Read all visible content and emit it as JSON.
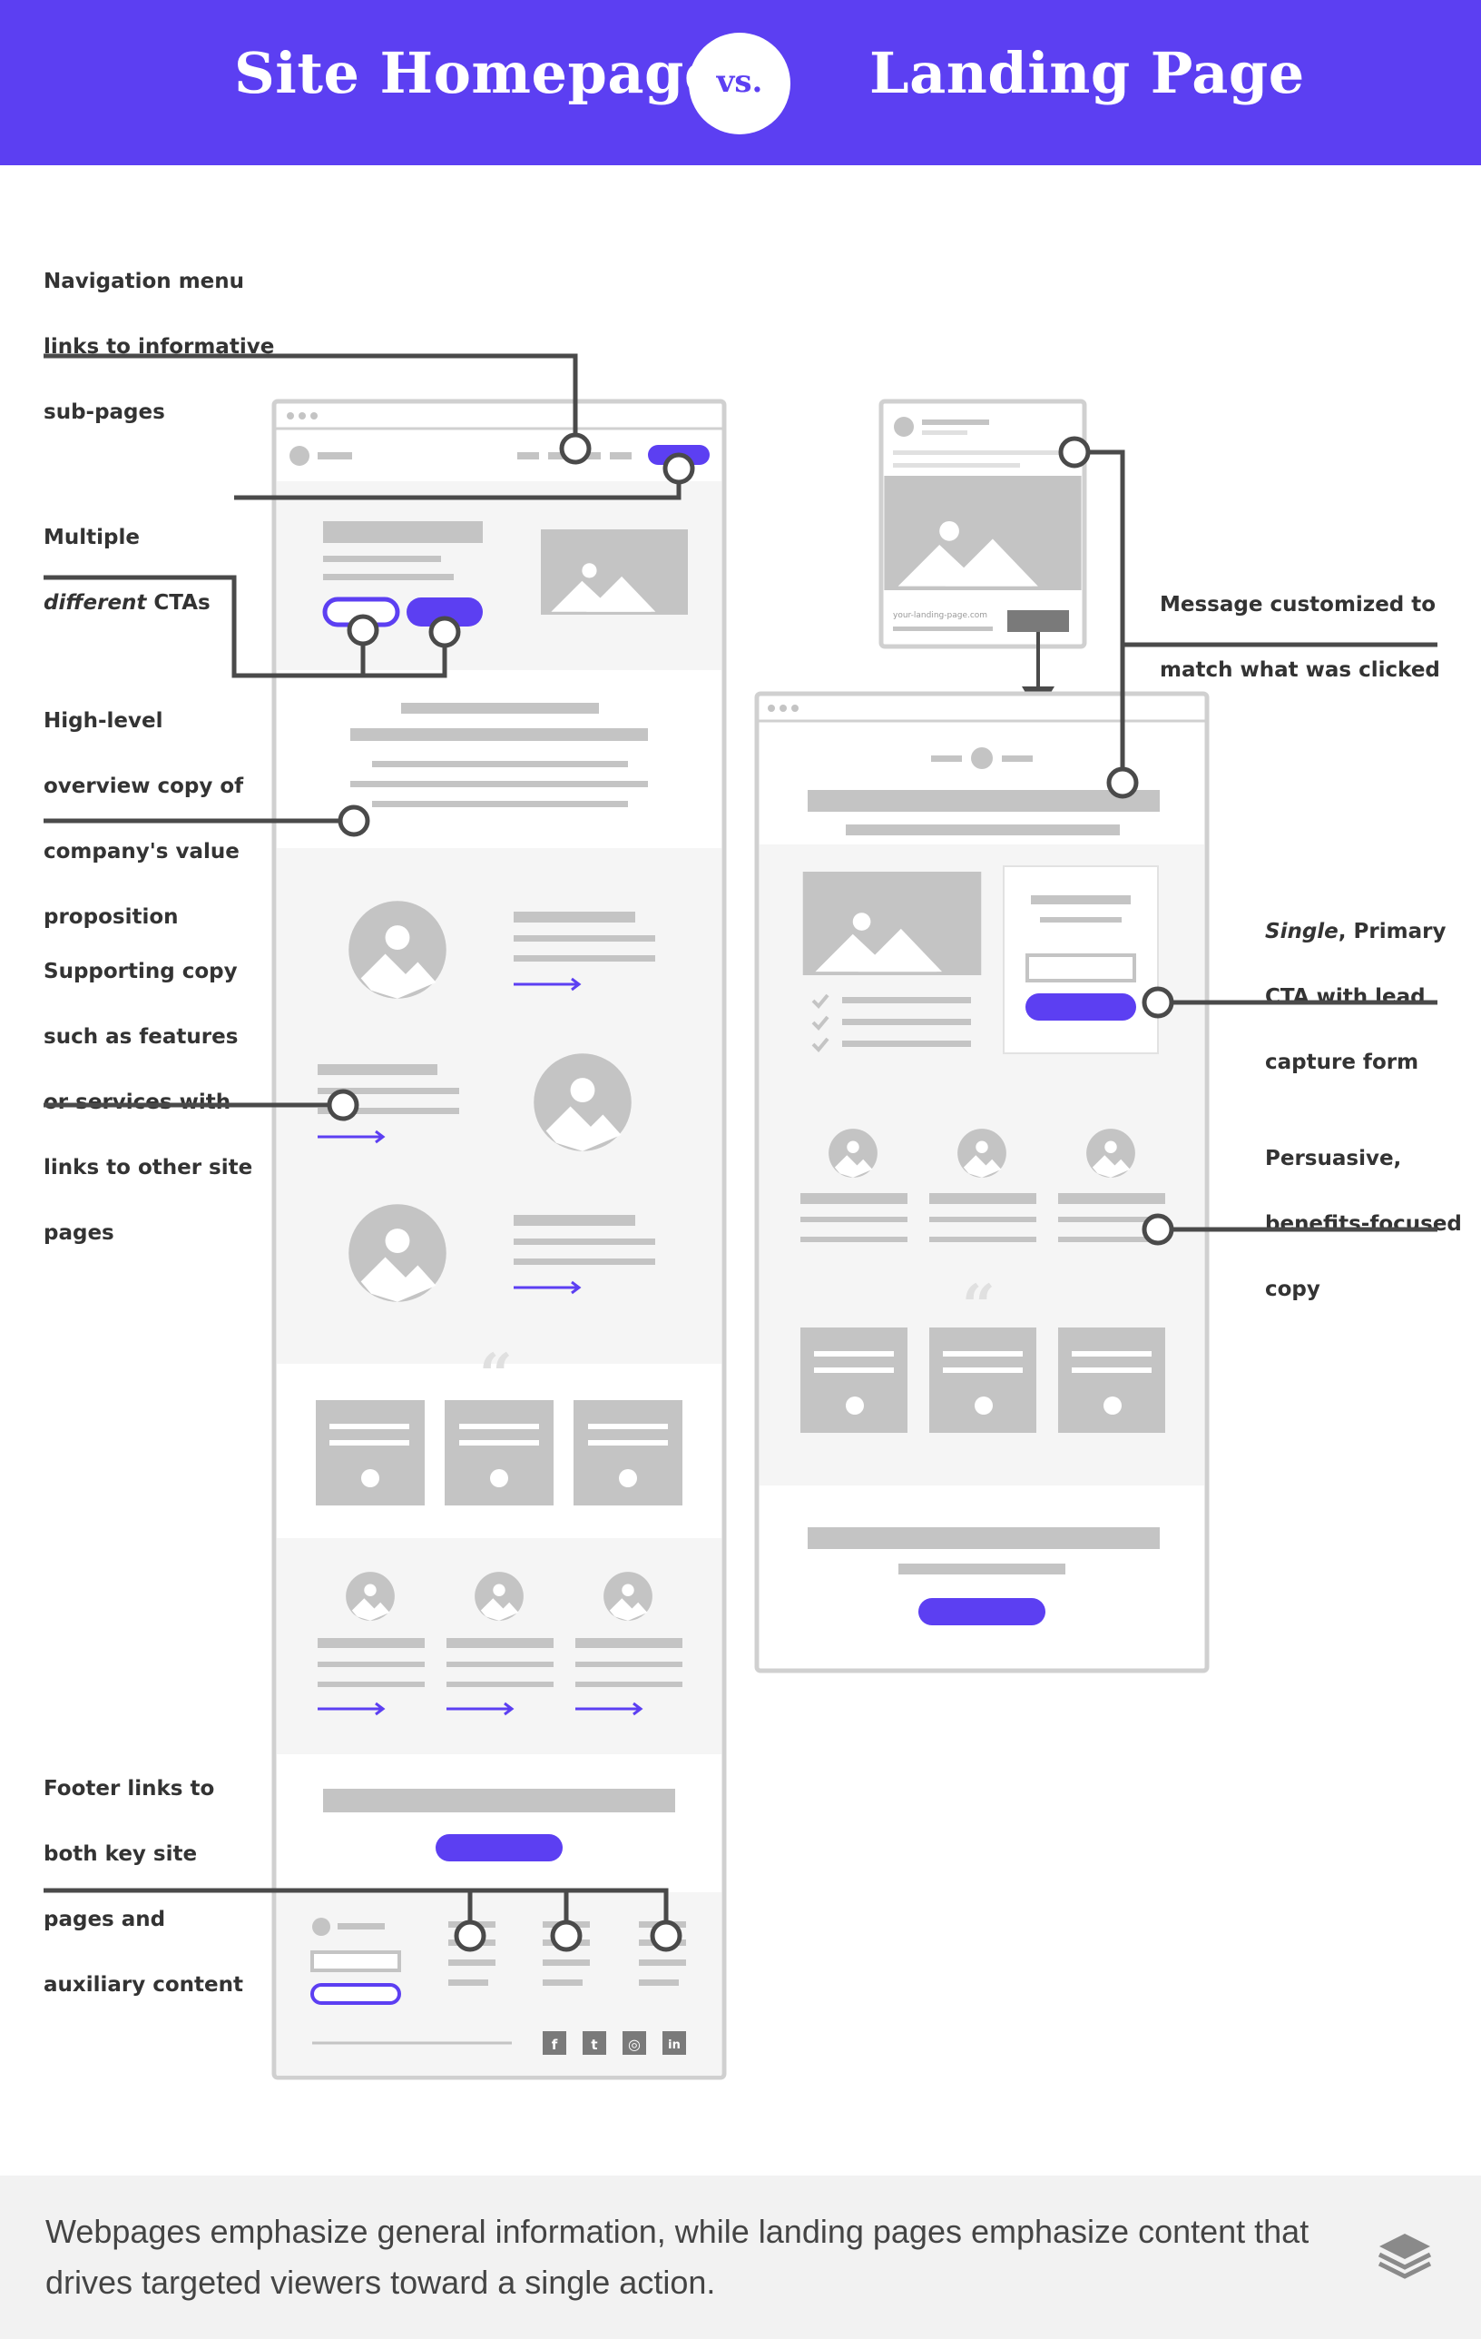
{
  "header": {
    "left_title": "Site Homepage",
    "vs": "vs.",
    "right_title": "Landing Page"
  },
  "annotations": {
    "nav_menu": [
      "Navigation menu",
      "links to informative",
      "sub-pages"
    ],
    "multiple_ctas": [
      "Multiple",
      "different CTAs"
    ],
    "overview_copy": [
      "High-level",
      "overview copy of",
      "company's value",
      "proposition"
    ],
    "supporting_copy": [
      "Supporting copy",
      "such as features",
      "or services with",
      "links to other site",
      "pages"
    ],
    "footer_links": [
      "Footer links to",
      "both key site",
      "pages and",
      "auxiliary content"
    ],
    "message_customized": [
      "Message customized to",
      "match what was clicked"
    ],
    "single_cta": [
      "Single, Primary",
      "CTA with lead",
      "capture form"
    ],
    "persuasive_copy": [
      "Persuasive,",
      "benefits-focused",
      "copy"
    ]
  },
  "ad_preview": {
    "url": "your-landing-page.com"
  },
  "social_icons": [
    "f",
    "t",
    "◎",
    "in"
  ],
  "footer": {
    "caption": "Webpages emphasize general information, while landing pages emphasize content that drives targeted viewers toward a single action."
  },
  "colors": {
    "accent": "#5c3ff2",
    "wire_gray": "#c4c4c4",
    "frame_gray": "#d0d0d0",
    "line_dark": "#4a4a4a",
    "section_bg": "#f5f5f5"
  }
}
